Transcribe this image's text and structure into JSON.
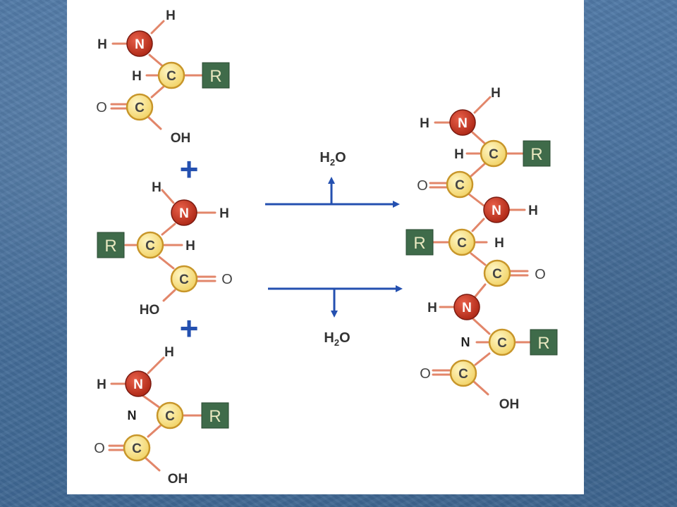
{
  "diagram": {
    "atom_labels": {
      "nitrogen": "N",
      "carbon": "C",
      "hydrogen": "H",
      "oxygen": "O",
      "hydroxyl": "OH",
      "hydroxyl_left": "HO",
      "r_group": "R"
    },
    "plus_sign": "+",
    "water_top": {
      "prefix": "H",
      "sub": "2",
      "suffix": "O"
    },
    "water_bottom": {
      "prefix": "H",
      "sub": "2",
      "suffix": "O"
    }
  },
  "colors": {
    "background": "#4a73a0",
    "nitrogen_fill": "#c83a22",
    "carbon_fill": "#f6e48a",
    "carbon_stroke": "#c8962a",
    "r_fill": "#3f6b4a",
    "r_text": "#e8e8c0",
    "bond": "#e2866a",
    "arrow": "#2450b0"
  }
}
